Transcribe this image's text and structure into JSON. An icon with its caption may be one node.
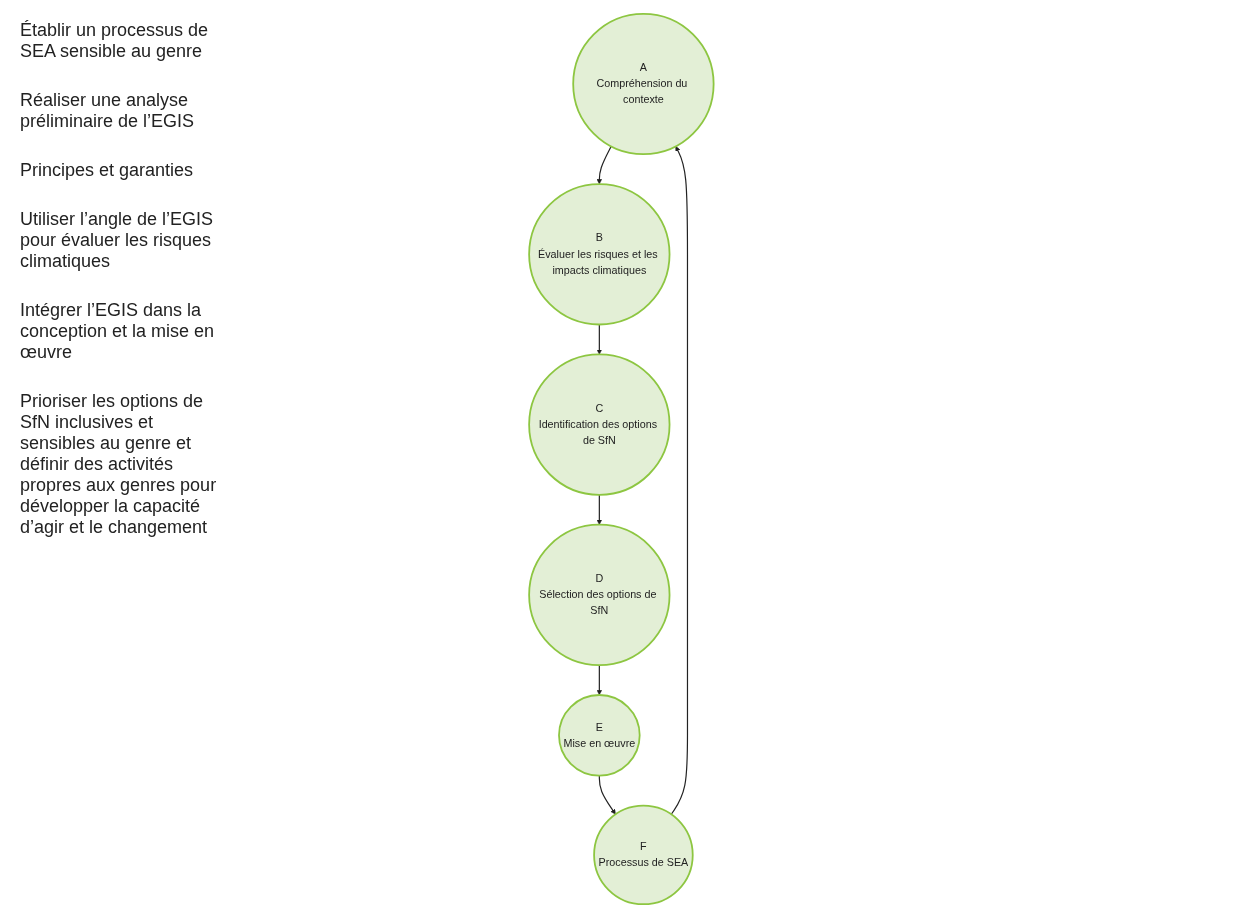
{
  "diagram": {
    "nodes": [
      {
        "text": [
          "A",
          "Compréhension du contexte"
        ]
      },
      {
        "text": [
          "B",
          "Évaluer les risques et les impacts climatiques"
        ]
      },
      {
        "text": [
          "C",
          "Identification des options de SfN"
        ]
      },
      {
        "text": [
          "D",
          "Sélection des options de SfN"
        ]
      },
      {
        "text": [
          "E",
          "Mise en œuvre"
        ]
      },
      {
        "text": [
          "F",
          "Processus de SEA"
        ]
      }
    ],
    "edges": [
      {
        "from": 0,
        "to": 1,
        "arrow": "to"
      },
      {
        "from": 1,
        "to": 2,
        "arrow": "to"
      },
      {
        "from": 2,
        "to": 3,
        "arrow": "to"
      },
      {
        "from": 3,
        "to": 4,
        "arrow": "to"
      },
      {
        "from": 4,
        "to": 5,
        "arrow": "to"
      },
      {
        "from": 5,
        "to": 0,
        "arrow": "to"
      }
    ],
    "labels": [
      "Établir un processus de SEA sensible au genre",
      "Réaliser une analyse préliminaire de l’EGIS",
      "Principes et garanties",
      "Utiliser l’angle de l’EGIS pour évaluer les risques climatiques",
      "Intégrer l’EGIS dans la conception et la mise en œuvre",
      "Prioriser les options de SfN inclusives et sensibles au genre et définir des activités propres aux genres pour développer la capacité d’agir et le changement"
    ]
  }
}
